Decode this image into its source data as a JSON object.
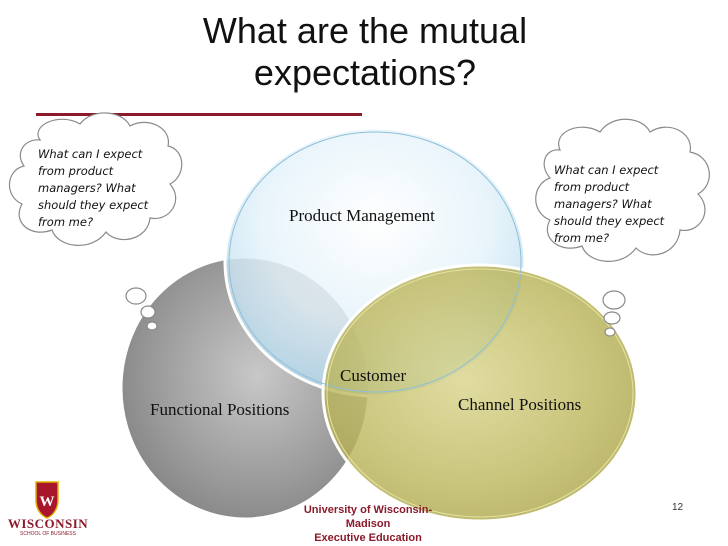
{
  "slide": {
    "title": "What are the mutual expectations?",
    "page_number": "12"
  },
  "diagram": {
    "circles": [
      {
        "label": "Product Management"
      },
      {
        "label": "Functional Positions"
      },
      {
        "label": "Channel Positions"
      }
    ],
    "center_label": "Customer"
  },
  "thought_bubbles": {
    "left": "What can I expect from product managers?  What should they expect from me?",
    "right": "What can I expect from product managers?  What should they expect from me?"
  },
  "footer": {
    "line1": "University of Wisconsin-Madison",
    "line2": "Executive Education"
  },
  "logo": {
    "word": "WISCONSIN",
    "sub": "SCHOOL OF BUSINESS",
    "shield_letter": "W"
  },
  "colors": {
    "accent": "#8b1a2a",
    "product_circle": "#d6ecf7",
    "functional_circle": "#8f8f8f",
    "channel_circle": "#b8b24f"
  }
}
